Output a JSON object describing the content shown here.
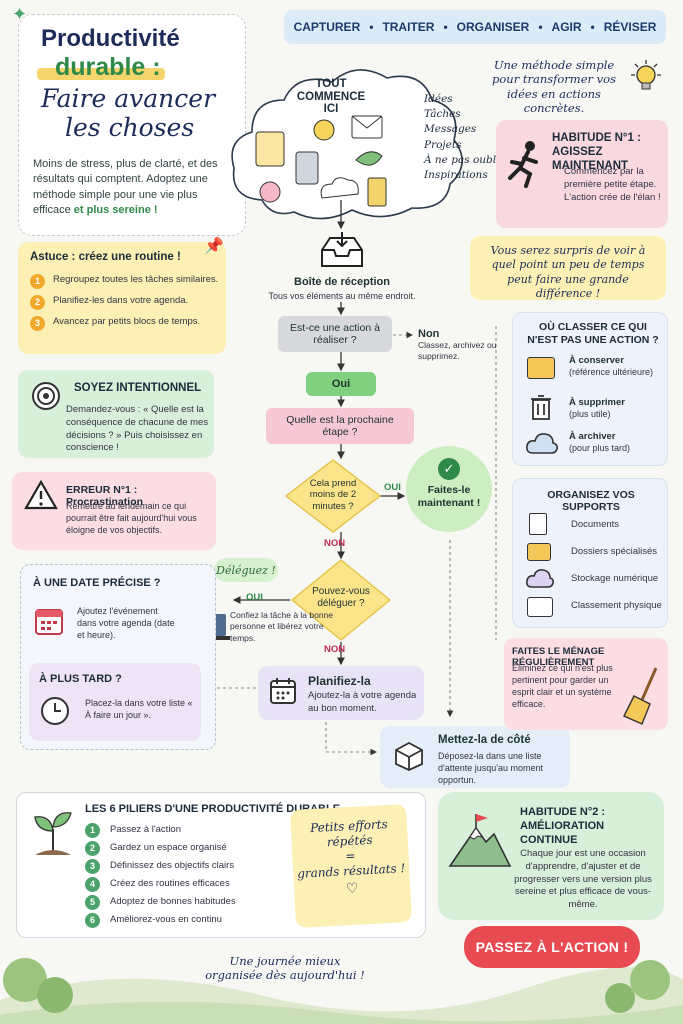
{
  "title": {
    "line1": "Productivité",
    "line2": "durable :",
    "line3": "Faire avancer",
    "line4": "les choses"
  },
  "intro": {
    "text": "Moins de stress, plus de clarté, et des résultats qui comptent. Adoptez une méthode simple pour une vie plus efficace",
    "accent": "et plus sereine !"
  },
  "steps_bar": {
    "items": [
      "CAPTURER",
      "TRAITER",
      "ORGANISER",
      "AGIR",
      "RÉVISER"
    ],
    "sep": "•"
  },
  "method_note": "Une méthode simple pour transformer vos idées en actions concrètes.",
  "cloud": {
    "title_1": "TOUT COMMENCE",
    "title_2": "ICI",
    "labels": [
      "Idées",
      "Tâches",
      "Messages",
      "Projets",
      "À ne pas oublier",
      "Inspirations"
    ]
  },
  "habit1": {
    "title_1": "HABITUDE N°1 :",
    "title_2": "AGISSEZ MAINTENANT",
    "text": "Commencez par la première petite étape. L'action crée de l'élan !"
  },
  "surprise_note": "Vous serez surpris de voir à quel point un peu de temps peut faire une grande différence !",
  "tip": {
    "title": "Astuce : créez une routine !",
    "items": [
      "Regroupez toutes les tâches similaires.",
      "Planifiez-les dans votre agenda.",
      "Avancez par petits blocs de temps."
    ]
  },
  "inbox": {
    "title": "Boîte de réception",
    "sub": "Tous vos éléments au même endroit."
  },
  "flow": {
    "q1": "Est-ce une action à réaliser ?",
    "no_title": "Non",
    "no_text": "Classez, archivez ou supprimez.",
    "oui": "Oui",
    "q2": "Quelle est la prochaine étape ?",
    "q3": "Cela prend moins de 2 minutes ?",
    "oui_caps": "OUI",
    "do_now": "Faites-le maintenant !",
    "non_caps": "NON",
    "q4": "Pouvez-vous déléguer ?",
    "delegate_bubble": "Déléguez !",
    "delegate_text": "Confiez la tâche à la bonne personne et libérez votre temps.",
    "plan_title": "Planifiez-la",
    "plan_text": "Ajoutez-la à votre agenda au bon moment.",
    "aside_title": "Mettez-la de côté",
    "aside_text": "Déposez-la dans une liste d'attente jusqu'au moment opportun."
  },
  "intentional": {
    "title": "SOYEZ INTENTIONNEL",
    "text": "Demandez-vous : « Quelle est la conséquence de chacune de mes décisions ? » Puis choisissez en conscience !"
  },
  "error1": {
    "title": "ERREUR N°1 : Procrastination",
    "text": "Remettre au lendemain ce qui pourrait être fait aujourd'hui vous éloigne de vos objectifs."
  },
  "date_box": {
    "title": "À UNE DATE PRÉCISE ?",
    "text": "Ajoutez l'événement dans votre agenda (date et heure)."
  },
  "later_box": {
    "title": "À PLUS TARD ?",
    "text": "Placez-la dans votre liste « À faire un jour »."
  },
  "classify": {
    "title_1": "OÙ CLASSER CE QUI",
    "title_2": "N'EST PAS UNE ACTION ?",
    "items": [
      {
        "title": "À conserver",
        "sub": "(référence ultérieure)"
      },
      {
        "title": "À supprimer",
        "sub": "(plus utile)"
      },
      {
        "title": "À archiver",
        "sub": "(pour plus tard)"
      }
    ]
  },
  "supports": {
    "title": "ORGANISEZ VOS SUPPORTS",
    "items": [
      "Documents",
      "Dossiers spécialisés",
      "Stockage numérique",
      "Classement physique"
    ]
  },
  "cleanup": {
    "title": "FAITES LE MÉNAGE RÉGULIÈREMENT",
    "text": "Éliminez ce qui n'est plus pertinent pour garder un esprit clair et un système efficace."
  },
  "pillars": {
    "title": "LES 6 PILIERS D'UNE PRODUCTIVITÉ DURABLE",
    "items": [
      "Passez à l'action",
      "Gardez un espace organisé",
      "Définissez des objectifs clairs",
      "Créez des routines efficaces",
      "Adoptez de bonnes habitudes",
      "Améliorez-vous en continu"
    ]
  },
  "sticky": {
    "l1": "Petits efforts",
    "l2": "répétés",
    "eq": "=",
    "l3": "grands résultats !"
  },
  "habit2": {
    "title_1": "HABITUDE N°2 :",
    "title_2": "AMÉLIORATION CONTINUE",
    "text": "Chaque jour est une occasion d'apprendre, d'ajuster et de progresser vers une version plus sereine et plus efficace de vous-même."
  },
  "cta": "PASSEZ À L'ACTION !",
  "footer_note": "Une journée mieux organisée dès aujourd'hui !",
  "colors": {
    "green": "#2f8a4a",
    "navy": "#1d2b3a",
    "pink": "#f7dbe3",
    "yellow": "#fdf0b5",
    "blue": "#e3eef9",
    "purple": "#e8e3f7",
    "red": "#e84a52"
  }
}
